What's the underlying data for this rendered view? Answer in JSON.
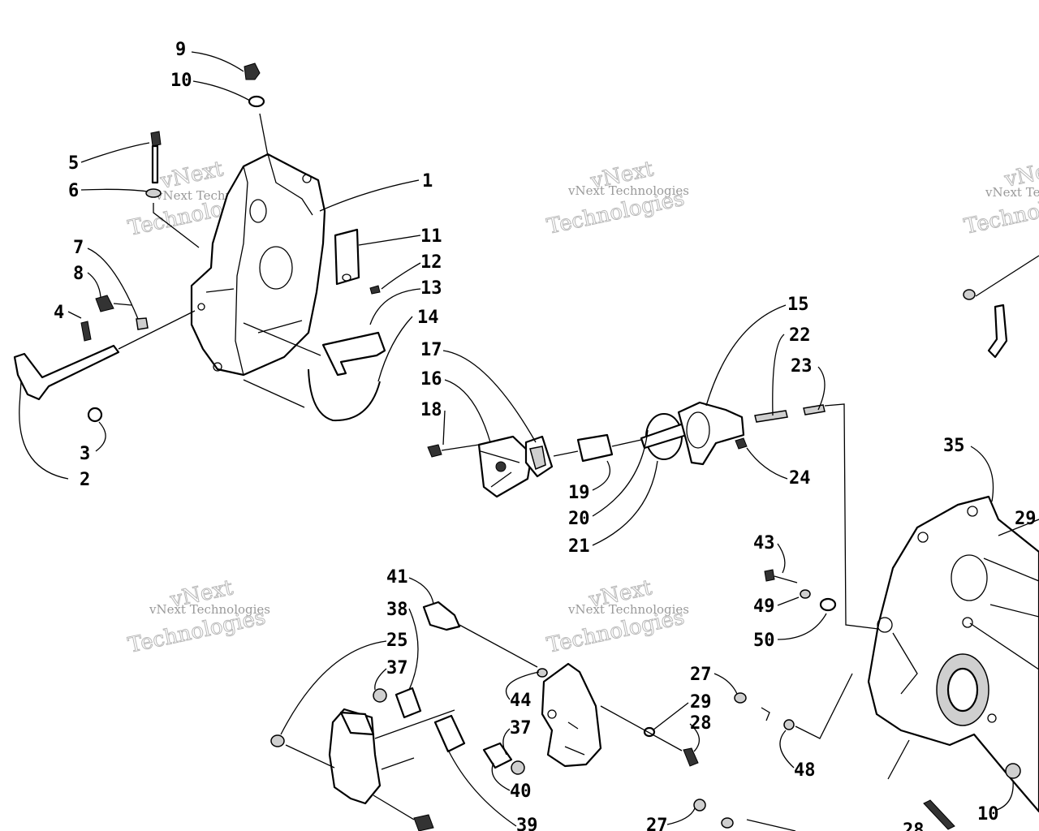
{
  "callouts": [
    "9",
    "10",
    "5",
    "6",
    "1",
    "11",
    "12",
    "13",
    "14",
    "7",
    "8",
    "4",
    "3",
    "2",
    "15",
    "22",
    "23",
    "17",
    "16",
    "18",
    "24",
    "19",
    "20",
    "21",
    "35",
    "29",
    "43",
    "49",
    "50",
    "41",
    "38",
    "25",
    "37",
    "44",
    "27",
    "29",
    "28",
    "37",
    "48",
    "40",
    "39",
    "27",
    "28",
    "10"
  ],
  "watermark": {
    "line1": "vNext Technologies",
    "line2": "Technologies",
    "line3": "vNext"
  }
}
